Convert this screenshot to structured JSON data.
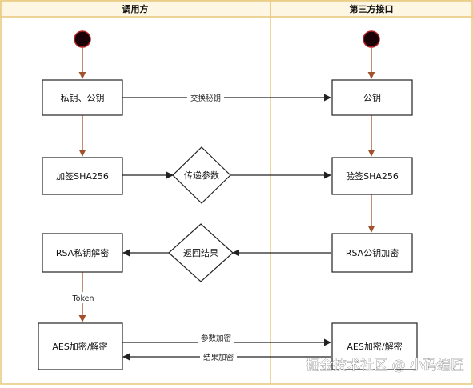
{
  "lanes": {
    "left_title": "调用方",
    "right_title": "第三方接口"
  },
  "nodes": {
    "keys": "私钥、公钥",
    "pubkey": "公钥",
    "sign": "加签SHA256",
    "pass_params": "传递参数",
    "verify": "验签SHA256",
    "rsa_private": "RSA私钥解密",
    "return_result": "返回结果",
    "rsa_public": "RSA公钥加密",
    "aes_left": "AES加密/解密",
    "aes_right": "AES加密/解密"
  },
  "edges": {
    "exchange": "交换秘钥",
    "token": "Token",
    "param_encrypt": "参数加密",
    "result_encrypt": "结果加密"
  },
  "watermark": "掘金技术社区 @ 小码编匠",
  "colors": {
    "lane_border": "#e8c77a",
    "lane_header_bg": "#fdf6e3",
    "box_border": "#222222",
    "flow_arrow": "#a0522d",
    "message_arrow": "#222222",
    "start_node": "#1a0007",
    "start_ring": "#b22222"
  }
}
